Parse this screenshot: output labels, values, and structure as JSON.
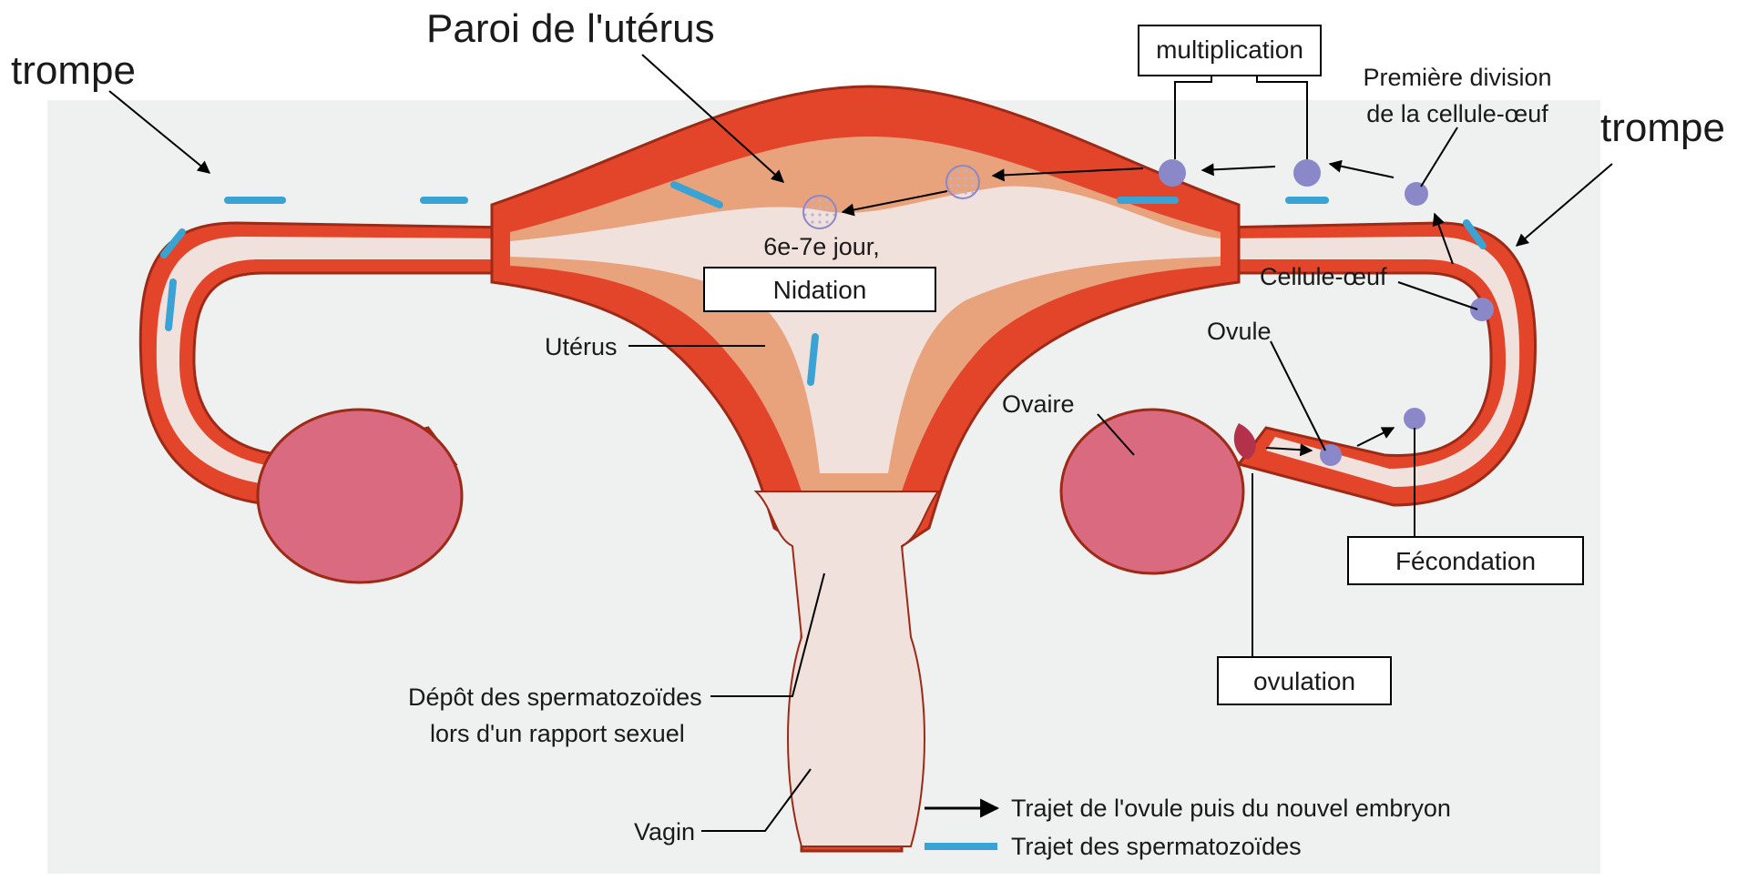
{
  "labels": {
    "trompe_left": "trompe",
    "trompe_right": "trompe",
    "paroi": "Paroi de l'utérus",
    "multiplication": "multiplication",
    "premiere_division_1": "Première division",
    "premiere_division_2": "de la cellule-œuf",
    "cellule_oeuf": "Cellule-œuf",
    "ovule": "Ovule",
    "ovaire": "Ovaire",
    "fecondation": "Fécondation",
    "ovulation": "ovulation",
    "jour": "6e-7e jour,",
    "nidation": "Nidation",
    "uterus": "Utérus",
    "depot_1": "Dépôt des spermatozoïdes",
    "depot_2": "lors d'un rapport sexuel",
    "vagin": "Vagin"
  },
  "legend": {
    "ovule_path": "Trajet de l'ovule puis du nouvel embryon",
    "sperm_path": "Trajet des spermatozoïdes"
  },
  "colors": {
    "muscle": "#e2452a",
    "muscle_dark": "#9c2a16",
    "endometrium": "#e8a27c",
    "lumen": "#f1e1dd",
    "ovary": "#d96a80",
    "sperm_arrow": "#3aa3d4",
    "cell": "#8b88c9"
  }
}
